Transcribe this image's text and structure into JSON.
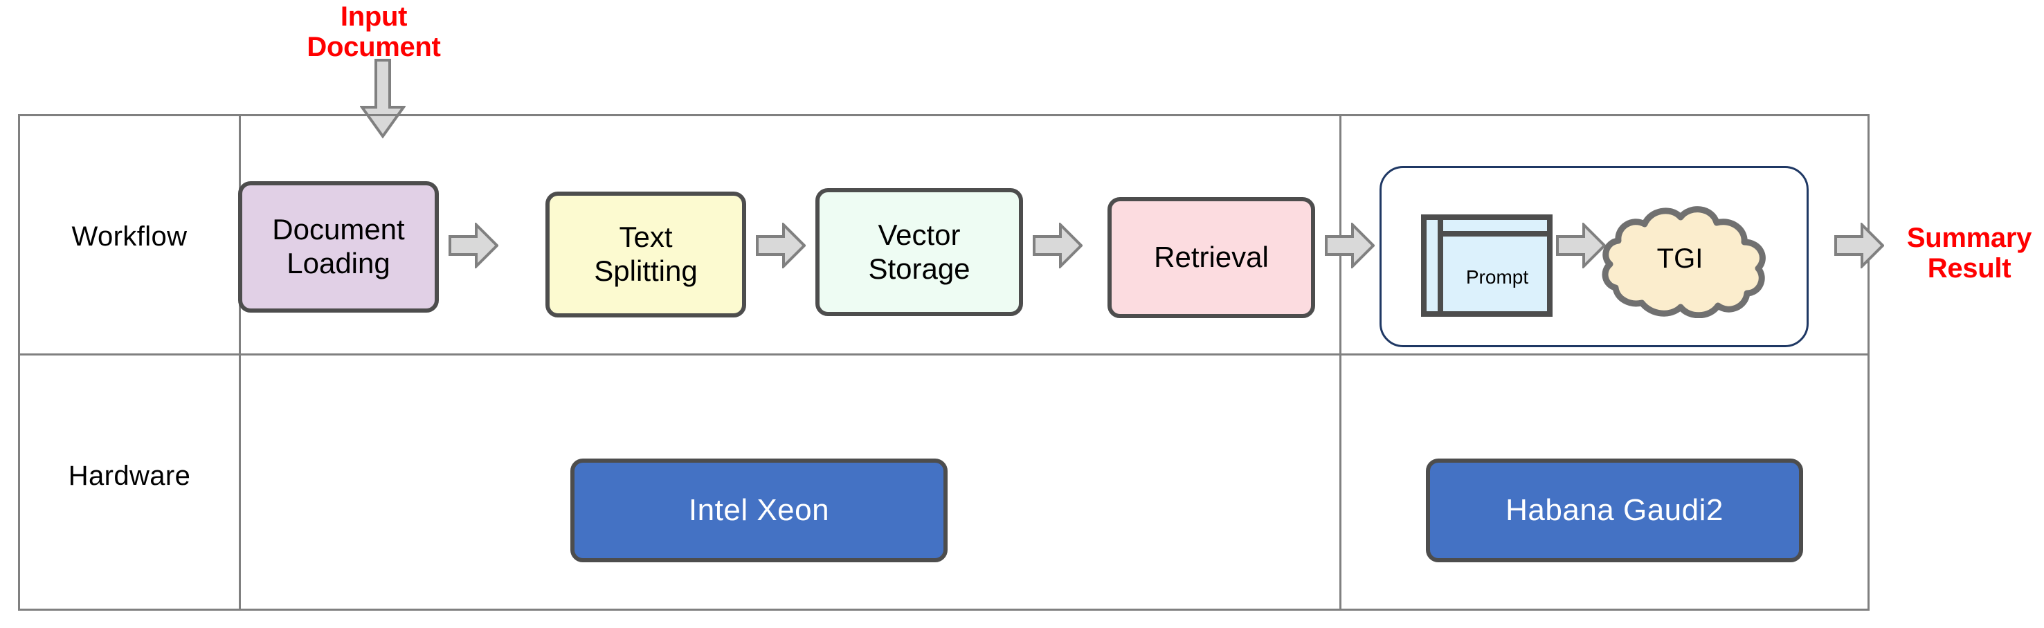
{
  "diagram": {
    "title_captions": {
      "input": "Input\nDocument",
      "input_line1": "Input",
      "input_line2": "Document",
      "output_line1": "Summary",
      "output_line2": "Result"
    },
    "row_labels": {
      "workflow": "Workflow",
      "hardware": "Hardware"
    },
    "workflow_steps": [
      {
        "id": "document-loading",
        "label": "Document\nLoading",
        "line1": "Document",
        "line2": "Loading",
        "fill": "#E1D0E6",
        "border": "#4D4D4D"
      },
      {
        "id": "text-splitting",
        "label": "Text\nSplitting",
        "line1": "Text",
        "line2": "Splitting",
        "fill": "#FCFAD0",
        "border": "#4D4D4D"
      },
      {
        "id": "vector-storage",
        "label": "Vector\nStorage",
        "line1": "Vector",
        "line2": "Storage",
        "fill": "#EEFCF3",
        "border": "#4D4D4D"
      },
      {
        "id": "retrieval",
        "label": "Retrieval",
        "line1": "Retrieval",
        "line2": "",
        "fill": "#FCDCE0",
        "border": "#4D4D4D"
      }
    ],
    "inference_group": {
      "border_color": "#1F3864",
      "prompt_label": "Prompt",
      "prompt_fill": "#DCF1FC",
      "model_label": "TGI",
      "model_fill": "#FBEDCD"
    },
    "hardware": [
      {
        "id": "intel-xeon",
        "label": "Intel Xeon",
        "fill": "#4472C4",
        "text_color": "#FFFFFF"
      },
      {
        "id": "habana-gaudi2",
        "label": "Habana Gaudi2",
        "fill": "#4472C4",
        "text_color": "#FFFFFF"
      }
    ],
    "colors": {
      "caption_red": "#FF0000",
      "table_border": "#808080",
      "arrow_fill": "#D9D9D9",
      "arrow_stroke": "#808080",
      "shape_border": "#4D4D4D"
    }
  }
}
